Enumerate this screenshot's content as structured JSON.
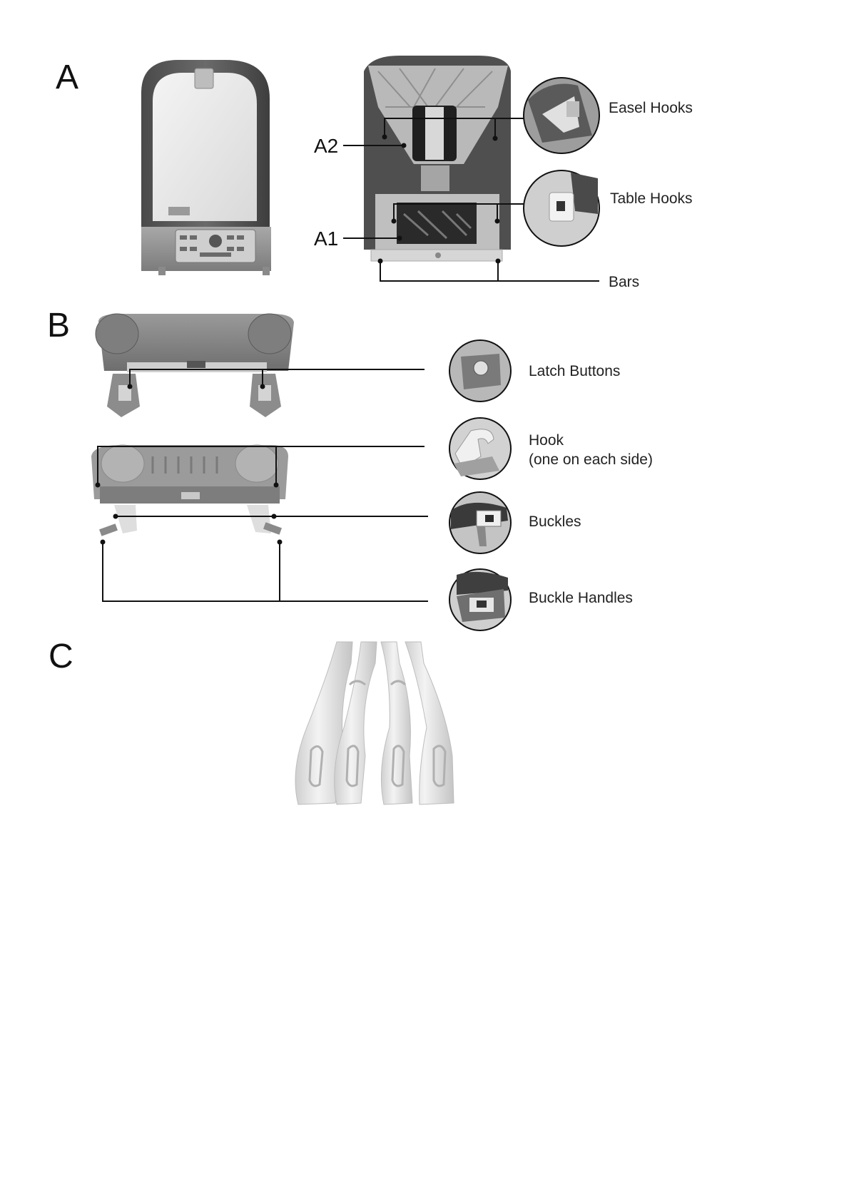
{
  "sections": {
    "a": {
      "letter": "A"
    },
    "b": {
      "letter": "B"
    },
    "c": {
      "letter": "C"
    }
  },
  "section_a": {
    "part_labels": {
      "a2": "A2",
      "a1": "A1"
    },
    "callouts": {
      "easel_hooks": "Easel Hooks",
      "table_hooks": "Table Hooks",
      "bars": "Bars"
    }
  },
  "section_b": {
    "callouts": {
      "latch_buttons": "Latch Buttons",
      "hook_line1": "Hook",
      "hook_line2": "(one on each side)",
      "buckles": "Buckles",
      "buckle_handles": "Buckle Handles"
    }
  }
}
